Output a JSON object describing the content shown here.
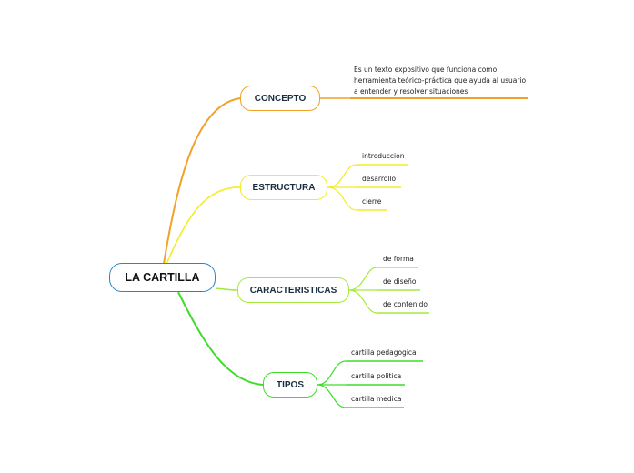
{
  "root": {
    "label": "LA CARTILLA"
  },
  "branches": [
    {
      "label": "CONCEPTO",
      "color": "#f1a227",
      "children": [
        "Es un texto expositivo que funciona como herramienta teórico-práctica que ayuda al usuario a entender y resolver situaciones"
      ]
    },
    {
      "label": "ESTRUCTURA",
      "color": "#f2ec2a",
      "children": [
        "introduccion",
        "desarrollo",
        "cierre"
      ]
    },
    {
      "label": "CARACTERISTICAS",
      "color": "#a6ea3f",
      "children": [
        "de forma",
        "de diseño",
        "de contenido"
      ]
    },
    {
      "label": "TIPOS",
      "color": "#3fdc2b",
      "children": [
        "cartilla pedagogica",
        "cartilla politica",
        "cartilla medica"
      ]
    }
  ],
  "colors": {
    "root_border": "#2a86c8"
  }
}
